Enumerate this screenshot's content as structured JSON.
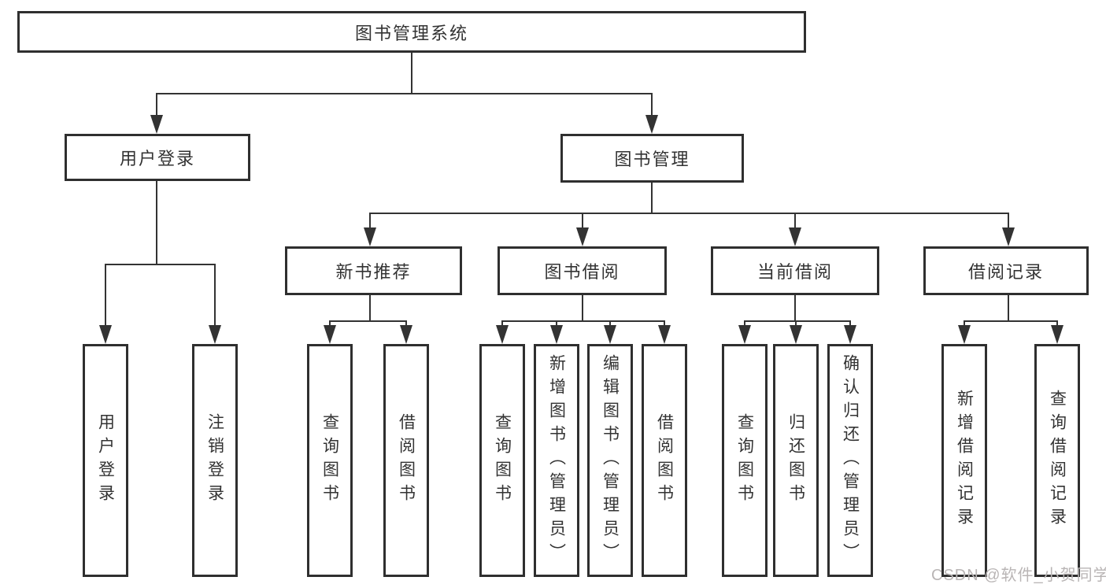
{
  "diagram_type": "functional-structure-tree",
  "tree": {
    "label": "图书管理系统",
    "children": [
      {
        "label": "用户登录",
        "children": [
          {
            "label": "用户登录"
          },
          {
            "label": "注销登录"
          }
        ]
      },
      {
        "label": "图书管理",
        "children": [
          {
            "label": "新书推荐",
            "children": [
              {
                "label": "查询图书"
              },
              {
                "label": "借阅图书"
              }
            ]
          },
          {
            "label": "图书借阅",
            "children": [
              {
                "label": "查询图书"
              },
              {
                "label": "新增图书（管理员）"
              },
              {
                "label": "编辑图书（管理员）"
              },
              {
                "label": "借阅图书"
              }
            ]
          },
          {
            "label": "当前借阅",
            "children": [
              {
                "label": "查询图书"
              },
              {
                "label": "归还图书"
              },
              {
                "label": "确认归还（管理员）"
              }
            ]
          },
          {
            "label": "借阅记录",
            "children": [
              {
                "label": "新增借阅记录"
              },
              {
                "label": "查询借阅记录"
              }
            ]
          }
        ]
      }
    ]
  },
  "watermark": "CSDN @软件_小贺同学",
  "colors": {
    "line": "#333333",
    "box_border": "#2f2f2f",
    "text": "#333333",
    "watermark": "#b9b5b5",
    "background": "#ffffff"
  }
}
